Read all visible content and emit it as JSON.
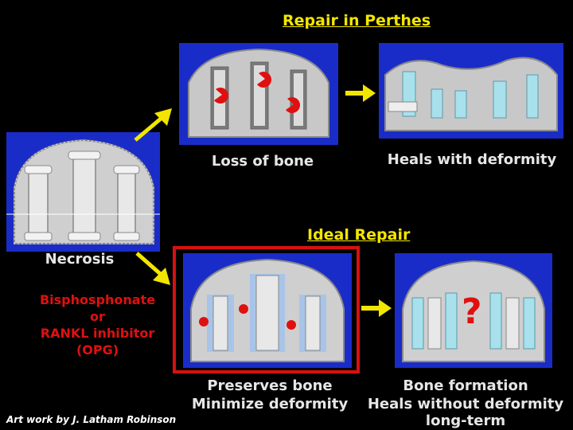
{
  "titles": {
    "repair_in_perthes": "Repair in Perthes",
    "ideal_repair": "Ideal Repair"
  },
  "captions": {
    "necrosis": "Necrosis",
    "loss_of_bone": "Loss of bone",
    "heals_with_deformity": "Heals with deformity",
    "preserves_bone_line1": "Preserves bone",
    "preserves_bone_line2": "Minimize deformity",
    "bone_formation_line1": "Bone formation",
    "bone_formation_line2": "Heals without deformity",
    "bone_formation_line3": "long-term"
  },
  "treatment": {
    "line1": "Bisphosphonate",
    "line2": "or",
    "line3": "RANKL inhibitor",
    "line4": "(OPG)"
  },
  "question_mark": "?",
  "credit": "Art work by J. Latham Robinson",
  "colors": {
    "background": "#000000",
    "panel_blue": "#1a2cc8",
    "title_yellow": "#f2e600",
    "arrow_yellow": "#f2e600",
    "treatment_red": "#e01010",
    "highlight_red": "#d81010"
  }
}
